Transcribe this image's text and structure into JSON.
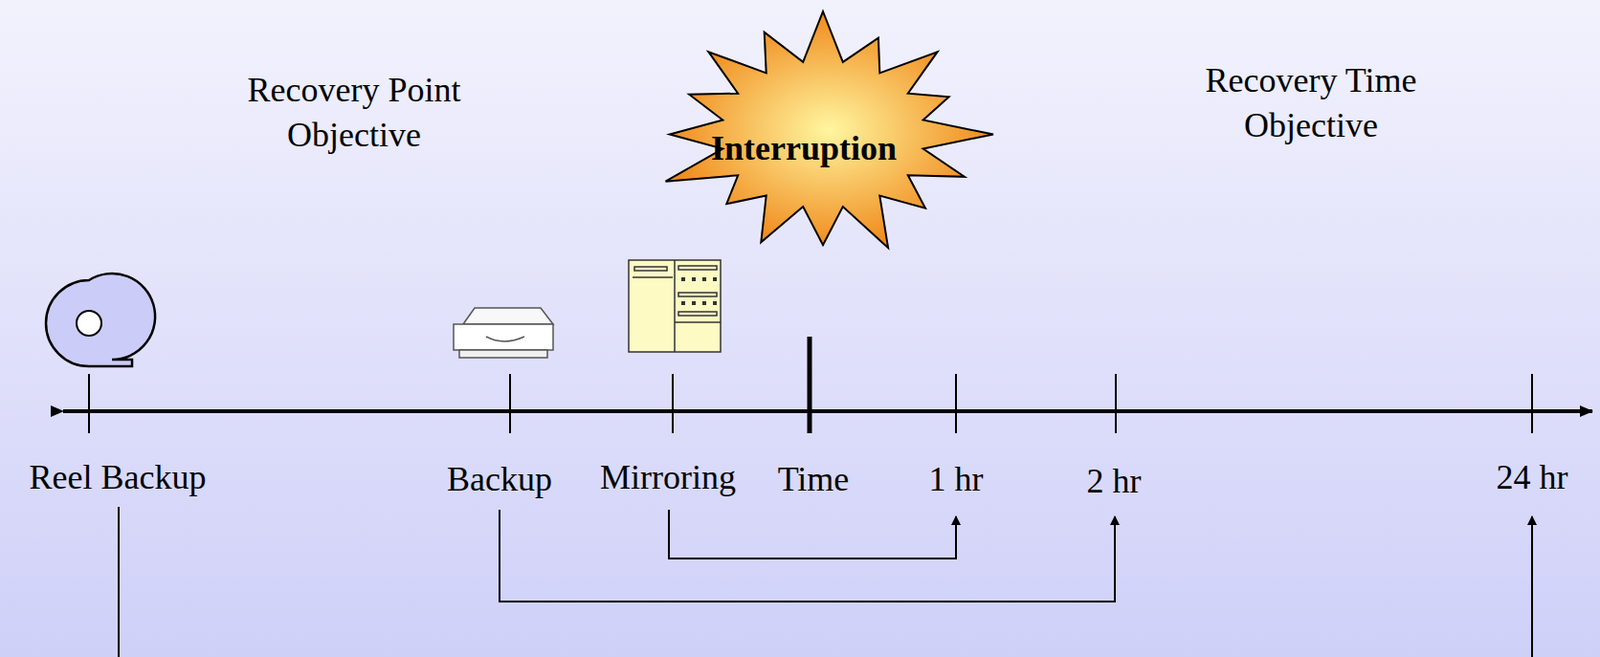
{
  "diagram": {
    "nodes": [
      {
        "text": [
          "Interruption"
        ]
      }
    ],
    "labels": [
      "Recovery Point Objective",
      "Recovery Time Objective",
      "Reel Backup",
      "Backup",
      "Mirroring",
      "Time",
      "1 hr",
      "2 hr",
      "24 hr"
    ]
  }
}
